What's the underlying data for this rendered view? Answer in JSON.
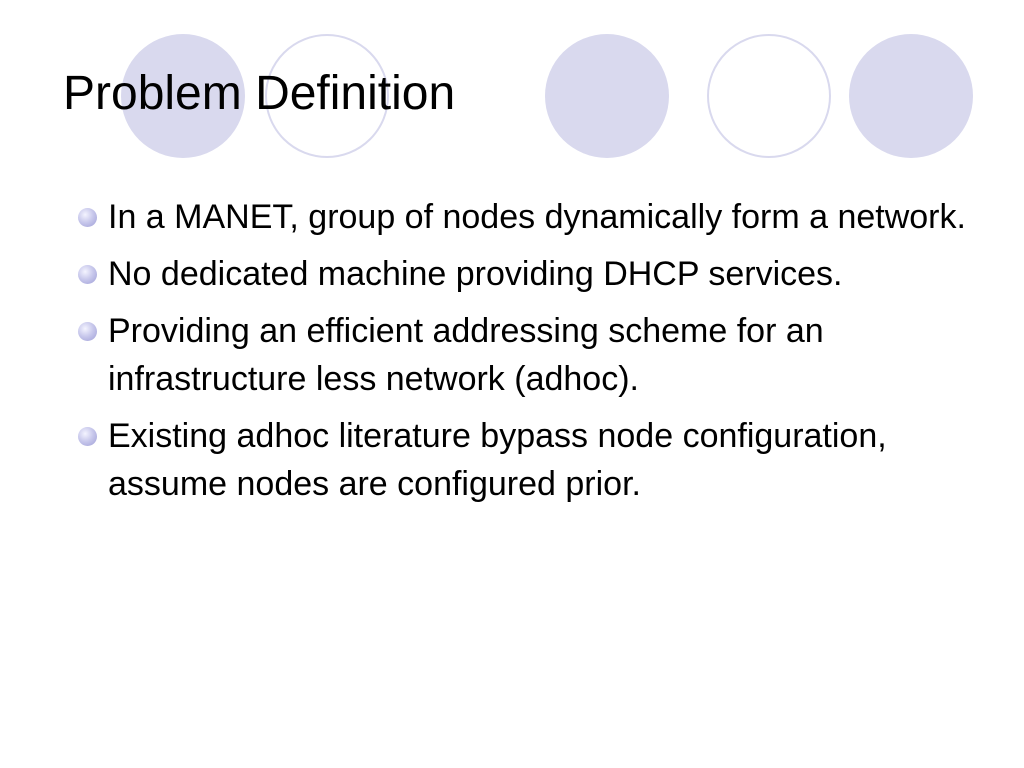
{
  "slide": {
    "title": "Problem Definition",
    "bullets": [
      "In a MANET, group of nodes dynamically form a network.",
      "No dedicated machine providing DHCP services.",
      "Providing an efficient addressing scheme for an infrastructure less network (adhoc).",
      "Existing adhoc literature bypass node configuration, assume nodes are configured prior."
    ]
  },
  "colors": {
    "circle_fill": "#d9d9ee",
    "circle_outline": "#d9d9ee",
    "bullet": "#b3b3e3",
    "text": "#000000",
    "background": "#ffffff"
  }
}
